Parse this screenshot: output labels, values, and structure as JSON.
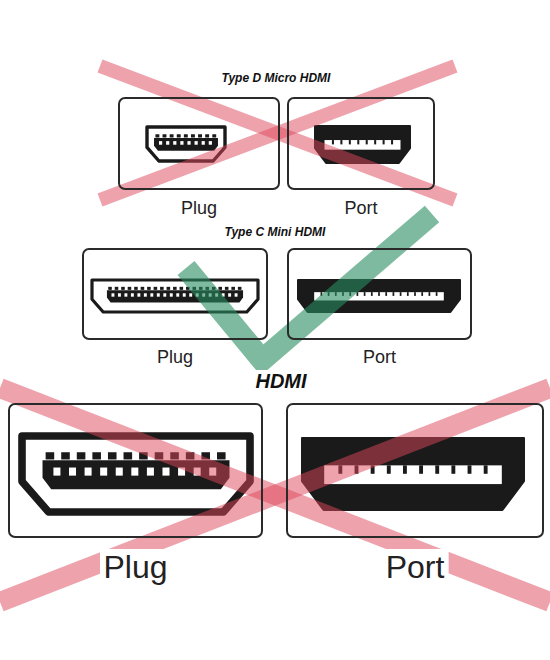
{
  "diagram": {
    "nodes": [
      {
        "text": [
          "Plug"
        ]
      },
      {
        "text": [
          "Port"
        ]
      },
      {
        "text": [
          "Plug"
        ]
      },
      {
        "text": [
          "Port"
        ]
      },
      {
        "text": [
          "Plug"
        ]
      },
      {
        "text": [
          "Port"
        ]
      }
    ],
    "labels": [
      "Type D Micro HDMI",
      "Type C Mini HDMI",
      "HDMI"
    ]
  }
}
